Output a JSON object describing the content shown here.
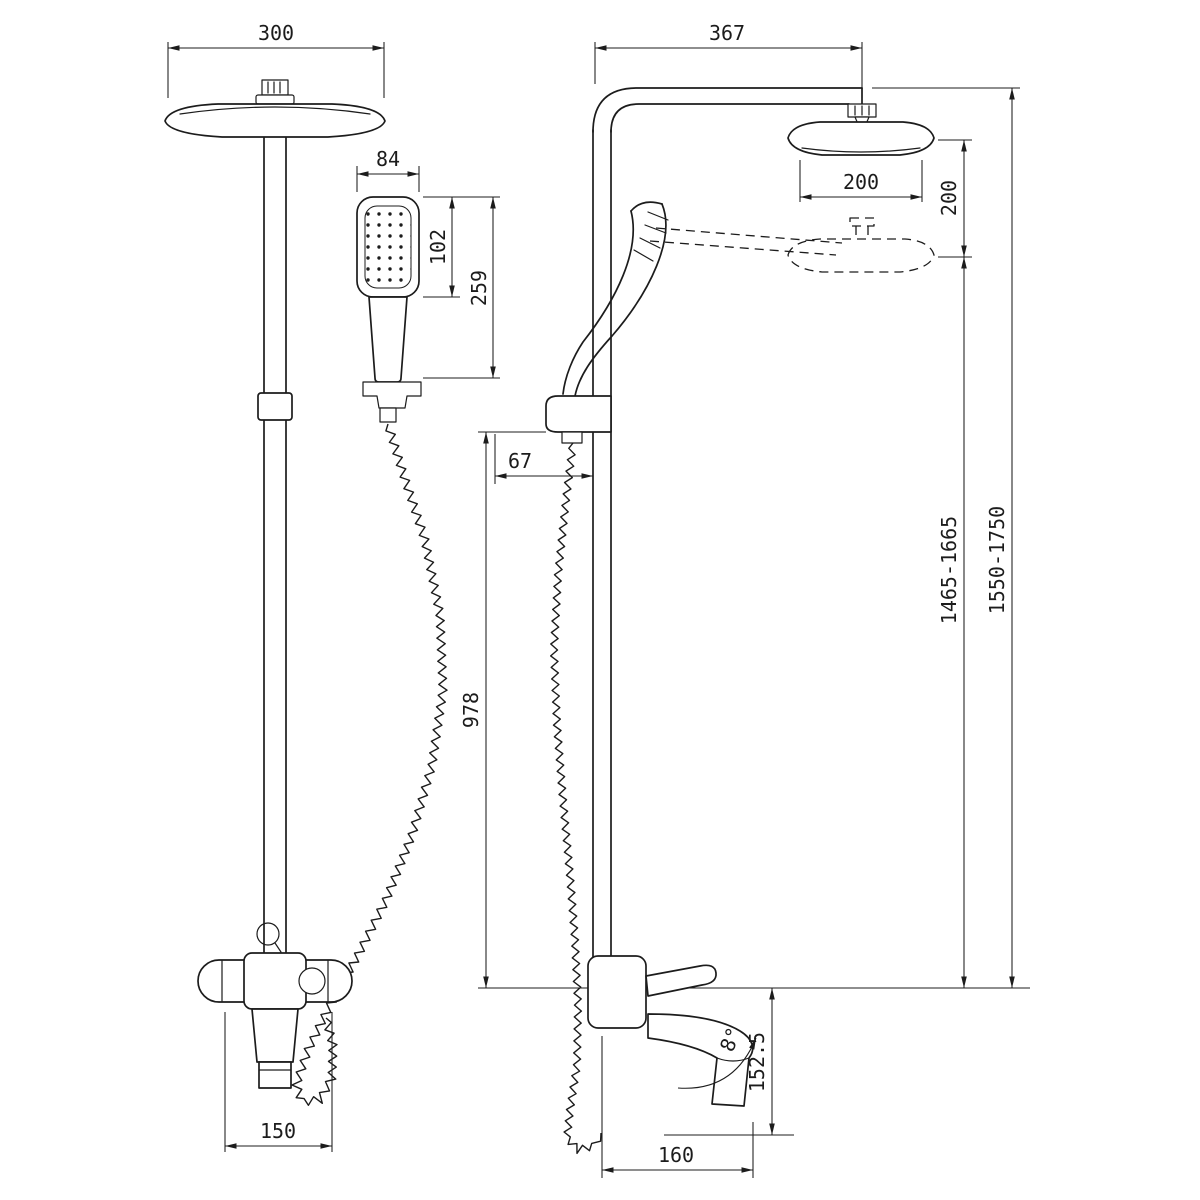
{
  "style": {
    "line_color": "#1c1c1c",
    "background": "#ffffff"
  },
  "dimensions": {
    "front": {
      "rain_head_width": "300",
      "hand_shower_width": "84",
      "hand_shower_head_length": "102",
      "hand_shower_total_length": "259",
      "mixer_connection_spacing": "150"
    },
    "side": {
      "arm_reach": "367",
      "rain_head_depth": "200",
      "height_adjustment": "200",
      "holder_offset": "67",
      "column_height": "978",
      "rain_head_height_range": "1465-1665",
      "total_height_range": "1550-1750",
      "spout_drop": "152.5",
      "spout_reach": "160",
      "spout_angle": "8°"
    }
  }
}
